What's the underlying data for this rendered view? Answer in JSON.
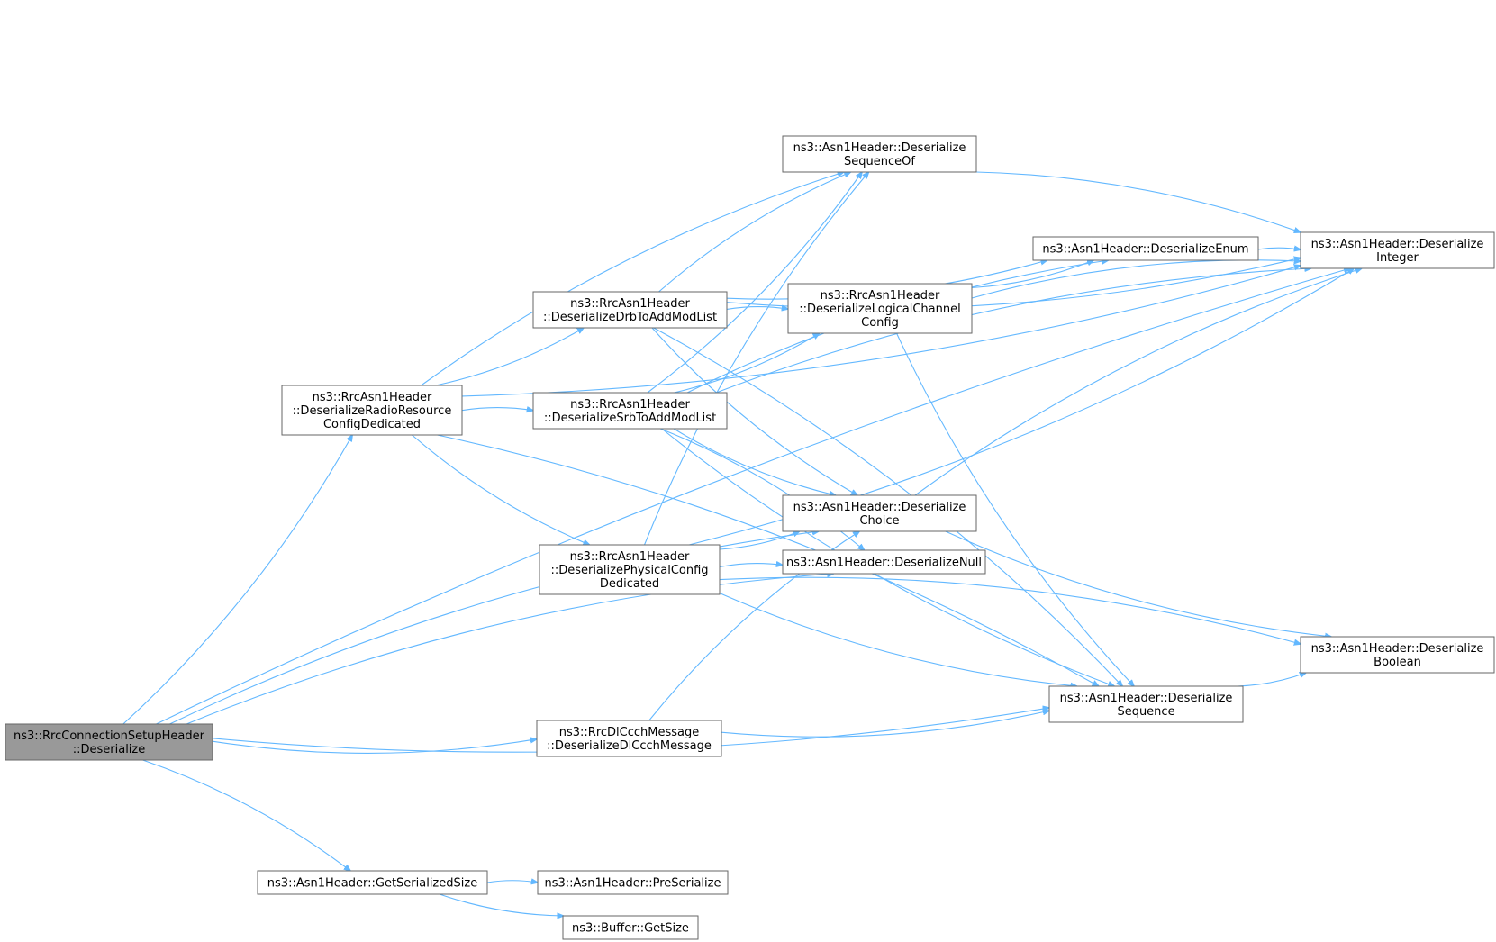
{
  "diagram": {
    "nodes": {
      "n0": {
        "lines": [
          "ns3::RrcConnectionSetupHeader",
          "::Deserialize"
        ]
      },
      "n1": {
        "lines": [
          "ns3::RrcAsn1Header",
          "::DeserializeRadioResource",
          "ConfigDedicated"
        ]
      },
      "n2": {
        "lines": [
          "ns3::RrcAsn1Header",
          "::DeserializeDrbToAddModList"
        ]
      },
      "n3": {
        "lines": [
          "ns3::RrcAsn1Header",
          "::DeserializeSrbToAddModList"
        ]
      },
      "n4": {
        "lines": [
          "ns3::RrcAsn1Header",
          "::DeserializePhysicalConfig",
          "Dedicated"
        ]
      },
      "n5": {
        "lines": [
          "ns3::RrcDlCcchMessage",
          "::DeserializeDlCcchMessage"
        ]
      },
      "n6": {
        "lines": [
          "ns3::Asn1Header::GetSerializedSize"
        ]
      },
      "n7": {
        "lines": [
          "ns3::Asn1Header::Deserialize",
          "SequenceOf"
        ]
      },
      "n8": {
        "lines": [
          "ns3::RrcAsn1Header",
          "::DeserializeLogicalChannel",
          "Config"
        ]
      },
      "n9": {
        "lines": [
          "ns3::Asn1Header::Deserialize",
          "Choice"
        ]
      },
      "n10": {
        "lines": [
          "ns3::Asn1Header::DeserializeNull"
        ]
      },
      "n11": {
        "lines": [
          "ns3::Asn1Header::PreSerialize"
        ]
      },
      "n12": {
        "lines": [
          "ns3::Buffer::GetSize"
        ]
      },
      "n13": {
        "lines": [
          "ns3::Asn1Header::DeserializeEnum"
        ]
      },
      "n14": {
        "lines": [
          "ns3::Asn1Header::Deserialize",
          "Sequence"
        ]
      },
      "n15": {
        "lines": [
          "ns3::Asn1Header::Deserialize",
          "Integer"
        ]
      },
      "n16": {
        "lines": [
          "ns3::Asn1Header::Deserialize",
          "Boolean"
        ]
      }
    },
    "edges": [
      [
        "n0",
        "n15"
      ],
      [
        "n0",
        "n1"
      ],
      [
        "n0",
        "n9"
      ],
      [
        "n0",
        "n5"
      ],
      [
        "n0",
        "n10"
      ],
      [
        "n0",
        "n14"
      ],
      [
        "n0",
        "n6"
      ],
      [
        "n1",
        "n15"
      ],
      [
        "n1",
        "n7"
      ],
      [
        "n1",
        "n2"
      ],
      [
        "n1",
        "n3"
      ],
      [
        "n1",
        "n4"
      ],
      [
        "n1",
        "n14"
      ],
      [
        "n2",
        "n15"
      ],
      [
        "n2",
        "n7"
      ],
      [
        "n2",
        "n13"
      ],
      [
        "n2",
        "n8"
      ],
      [
        "n2",
        "n9"
      ],
      [
        "n2",
        "n14"
      ],
      [
        "n3",
        "n7"
      ],
      [
        "n3",
        "n13"
      ],
      [
        "n3",
        "n8"
      ],
      [
        "n3",
        "n15"
      ],
      [
        "n3",
        "n9"
      ],
      [
        "n3",
        "n10"
      ],
      [
        "n3",
        "n14"
      ],
      [
        "n4",
        "n7"
      ],
      [
        "n4",
        "n9"
      ],
      [
        "n4",
        "n10"
      ],
      [
        "n4",
        "n15"
      ],
      [
        "n4",
        "n16"
      ],
      [
        "n4",
        "n14"
      ],
      [
        "n5",
        "n9"
      ],
      [
        "n5",
        "n14"
      ],
      [
        "n6",
        "n11"
      ],
      [
        "n6",
        "n12"
      ],
      [
        "n7",
        "n15"
      ],
      [
        "n8",
        "n13"
      ],
      [
        "n8",
        "n15"
      ],
      [
        "n8",
        "n14"
      ],
      [
        "n9",
        "n15"
      ],
      [
        "n9",
        "n16"
      ],
      [
        "n13",
        "n15"
      ],
      [
        "n14",
        "n16"
      ]
    ]
  }
}
